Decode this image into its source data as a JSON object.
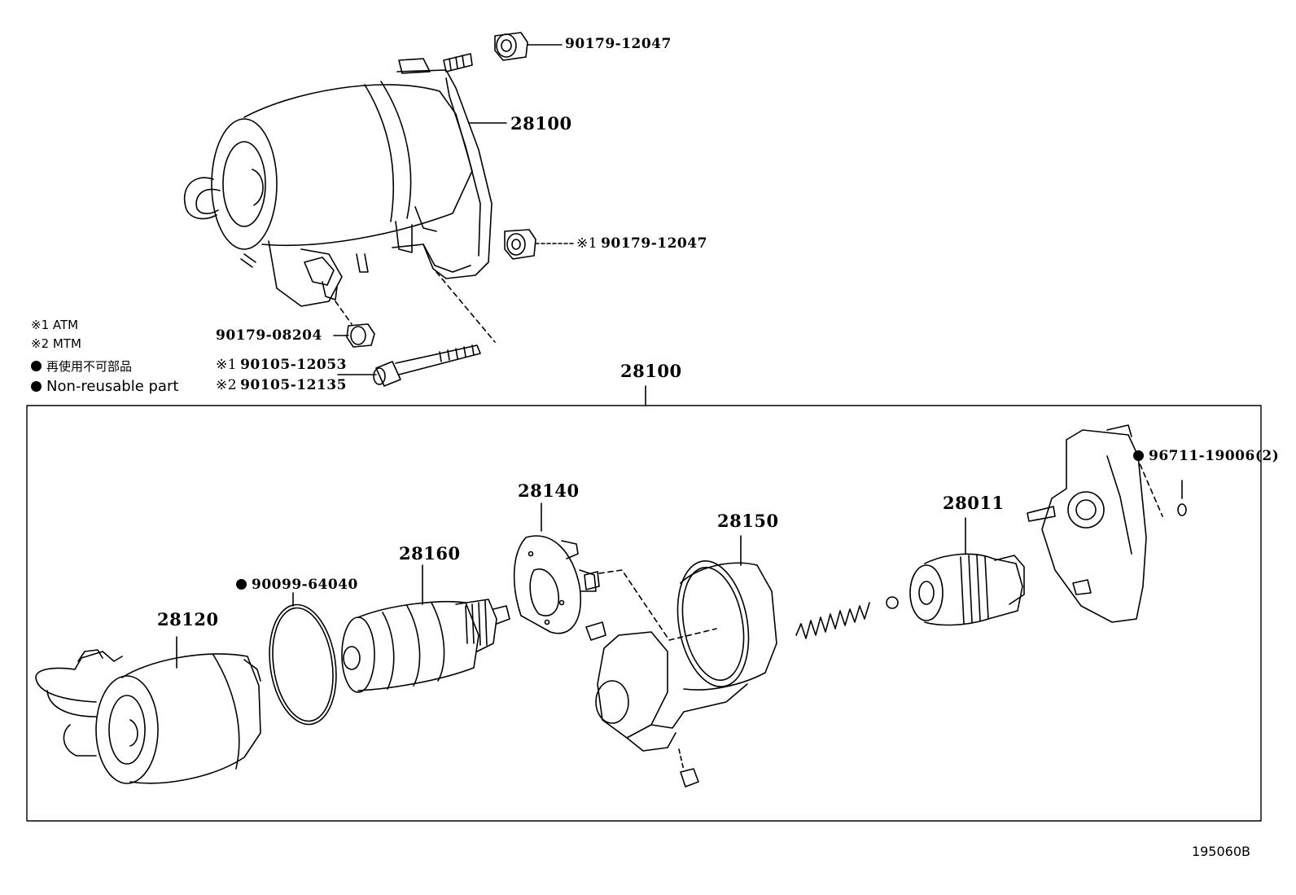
{
  "legend": {
    "note1": "※1 ATM",
    "note2": "※2 MTM",
    "non_reusable_jp": "再使用不可部品",
    "non_reusable_en": "Non-reusable part"
  },
  "upper_parts": {
    "nut_top": "90179-12047",
    "assembly": "28100",
    "nut_atm_mark": "※1",
    "nut_atm": "90179-12047",
    "nut_terminal": "90179-08204",
    "bolt_atm_mark": "※1",
    "bolt_atm": "90105-12053",
    "bolt_mtm_mark": "※2",
    "bolt_mtm": "90105-12135"
  },
  "assembly_box": {
    "title": "28100",
    "yoke": "28120",
    "o_ring": "90099-64040",
    "armature": "28160",
    "brush_holder": "28140",
    "solenoid": "28150",
    "clutch": "28011",
    "housing_seal": "96711-19006(2)"
  },
  "figure_code": "195060B"
}
